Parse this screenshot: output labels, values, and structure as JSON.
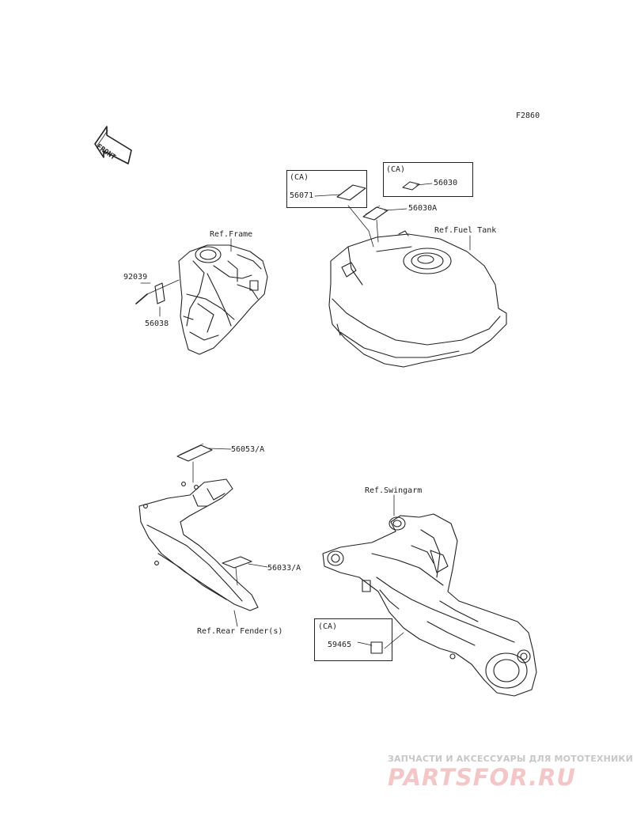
{
  "figure_code": "F2860",
  "front_arrow": {
    "label": "FRONT"
  },
  "refs": {
    "frame": "Ref.Frame",
    "fuel_tank": "Ref.Fuel Tank",
    "swingarm": "Ref.Swingarm",
    "rear_fender": "Ref.Rear Fender(s)"
  },
  "parts": {
    "p92039": "92039",
    "p56038": "56038",
    "p56071": "56071",
    "p56030": "56030",
    "p56030A": "56030A",
    "p56053A": "56053/A",
    "p56033A": "56033/A",
    "p59465": "59465"
  },
  "ca_boxes": {
    "label": "(CA)"
  },
  "watermark": {
    "line1": "ЗАПЧАСТИ И АКСЕССУАРЫ ДЛЯ МОТОТЕХНИКИ",
    "line2": "PARTSFOR.RU"
  }
}
